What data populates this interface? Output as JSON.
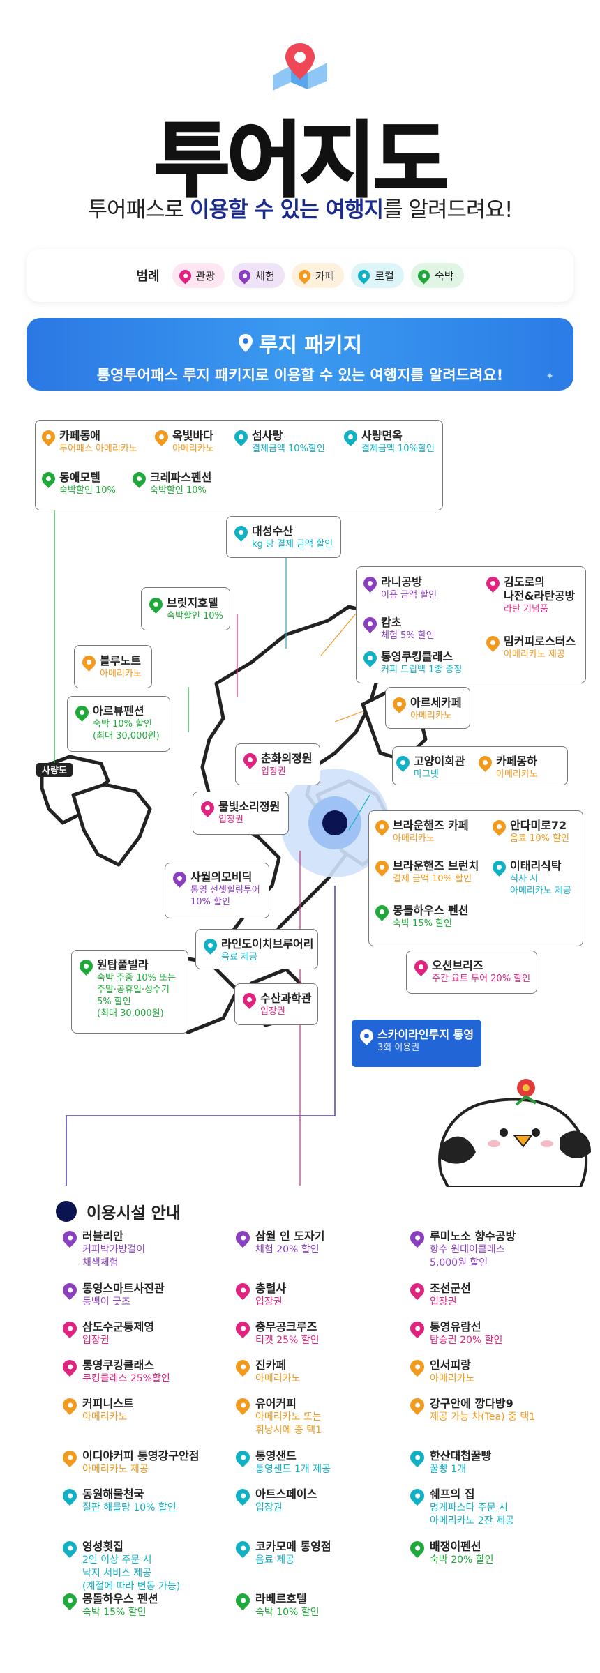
{
  "header": {
    "title": "투어지도",
    "subtitle_a": "투어패스로 ",
    "subtitle_b": "이용할 수 있는 여행지",
    "subtitle_c": "를 알려드려요!"
  },
  "legend": {
    "title": "범례",
    "items": [
      {
        "label": "관광",
        "cls": "tour"
      },
      {
        "label": "체험",
        "cls": "exp"
      },
      {
        "label": "카페",
        "cls": "cafe"
      },
      {
        "label": "로컬",
        "cls": "local"
      },
      {
        "label": "숙박",
        "cls": "stay"
      }
    ]
  },
  "banner": {
    "title": "루지 패키지",
    "subtitle": "통영투어패스 루지 패키지로 이용할 수 있는 여행지를 알려드려요!"
  },
  "map": {
    "island_label": "사량도",
    "places": [
      {
        "name": "카페동애",
        "desc": "투어패스 아메리카노",
        "cls": "cafe"
      },
      {
        "name": "옥빛바다",
        "desc": "아메리카노",
        "cls": "cafe"
      },
      {
        "name": "섬사랑",
        "desc": "결제금액 10%할인",
        "cls": "local"
      },
      {
        "name": "사량면옥",
        "desc": "결제금액 10%할인",
        "cls": "local"
      },
      {
        "name": "동애모텔",
        "desc": "숙박할인 10%",
        "cls": "stay"
      },
      {
        "name": "크레파스펜션",
        "desc": "숙박할인 10%",
        "cls": "stay"
      },
      {
        "name": "대성수산",
        "desc": "kg 당 결제 금액 할인",
        "cls": "local"
      },
      {
        "name": "라니공방",
        "desc": "이용 금액 할인",
        "cls": "exp"
      },
      {
        "name": "김도로의\n나전&라탄공방",
        "desc": "라탄 기념품",
        "cls": "tour"
      },
      {
        "name": "캄초",
        "desc": "체험 5% 할인",
        "cls": "exp"
      },
      {
        "name": "밈커피로스터스",
        "desc": "아메리카노 제공",
        "cls": "cafe"
      },
      {
        "name": "통영쿠킹클래스",
        "desc": "커피 드립백 1종 증정",
        "cls": "local"
      },
      {
        "name": "브릿지호텔",
        "desc": "숙박할인 10%",
        "cls": "stay"
      },
      {
        "name": "블루노트",
        "desc": "아메리카노",
        "cls": "cafe"
      },
      {
        "name": "아르뷰펜션",
        "desc": "숙박 10% 할인\n(최대 30,000원)",
        "cls": "stay"
      },
      {
        "name": "아르세카페",
        "desc": "아메리카노",
        "cls": "cafe"
      },
      {
        "name": "춘화의정원",
        "desc": "입장권",
        "cls": "tour"
      },
      {
        "name": "고양이회관",
        "desc": "마그넷",
        "cls": "local"
      },
      {
        "name": "카페몽하",
        "desc": "아메리카노",
        "cls": "cafe"
      },
      {
        "name": "물빛소리정원",
        "desc": "입장권",
        "cls": "tour"
      },
      {
        "name": "브라운핸즈 카페",
        "desc": "아메리카노",
        "cls": "cafe"
      },
      {
        "name": "안다미로72",
        "desc": "음료 10% 할인",
        "cls": "cafe"
      },
      {
        "name": "브라운핸즈 브런치",
        "desc": "결제 금액 10% 할인",
        "cls": "cafe"
      },
      {
        "name": "이태리식탁",
        "desc": "식사 시\n아메리카노 제공",
        "cls": "local"
      },
      {
        "name": "사월의모비딕",
        "desc": "통영 선셋힐링투어\n10% 할인",
        "cls": "exp"
      },
      {
        "name": "몽돌하우스 펜션",
        "desc": "숙박 15% 할인",
        "cls": "stay"
      },
      {
        "name": "라인도이치브루어리",
        "desc": "음료 제공",
        "cls": "local"
      },
      {
        "name": "오션브리즈",
        "desc": "주간 요트 투어 20% 할인",
        "cls": "tour"
      },
      {
        "name": "원탑풀빌라",
        "desc": "숙박 주중 10% 또는\n주말·공휴일·성수기\n5% 할인\n(최대 30,000원)",
        "cls": "stay"
      },
      {
        "name": "수산과학관",
        "desc": "입장권",
        "cls": "tour"
      },
      {
        "name": "스카이라인루지 통영",
        "desc": "3회 이용권",
        "cls": "sky"
      }
    ]
  },
  "facilities": {
    "title": "이용시설 안내",
    "items": [
      {
        "name": "러블리안",
        "desc": "커피박가방걸이\n채색체험",
        "cls": "exp"
      },
      {
        "name": "삼월 인 도자기",
        "desc": "체험 20% 할인",
        "cls": "exp"
      },
      {
        "name": "루미노소 향수공방",
        "desc": "향수 원데이클래스\n5,000원 할인",
        "cls": "exp"
      },
      {
        "name": "통영스마트사진관",
        "desc": "동백이 굿즈",
        "cls": "exp"
      },
      {
        "name": "충렬사",
        "desc": "입장권",
        "cls": "tour"
      },
      {
        "name": "조선군선",
        "desc": "입장권",
        "cls": "tour"
      },
      {
        "name": "삼도수군통제영",
        "desc": "입장권",
        "cls": "tour"
      },
      {
        "name": "충무공크루즈",
        "desc": "티켓 25% 할인",
        "cls": "tour"
      },
      {
        "name": "통영유람선",
        "desc": "탑승권 20% 할인",
        "cls": "tour"
      },
      {
        "name": "통영쿠킹클래스",
        "desc": "쿠킹클래스 25%할인",
        "cls": "tour"
      },
      {
        "name": "진카페",
        "desc": "아메리카노",
        "cls": "cafe"
      },
      {
        "name": "인서피랑",
        "desc": "아메리카노",
        "cls": "cafe"
      },
      {
        "name": "커피니스트",
        "desc": "아메리카노",
        "cls": "cafe"
      },
      {
        "name": "유어커피",
        "desc": "아메리카노 또는\n휘낭시에 중 택1",
        "cls": "cafe"
      },
      {
        "name": "강구안에 깡다방9",
        "desc": "제공 가능 차(Tea) 중 택1",
        "cls": "cafe"
      },
      {
        "name": "이디야커피 통영강구안점",
        "desc": "아메리카노 제공",
        "cls": "cafe"
      },
      {
        "name": "통영샌드",
        "desc": "통영샌드 1개 제공",
        "cls": "local"
      },
      {
        "name": "한산대첩꿀빵",
        "desc": "꿀빵 1개",
        "cls": "local"
      },
      {
        "name": "동원해물천국",
        "desc": "질판 해물탕 10% 할인",
        "cls": "local"
      },
      {
        "name": "아트스페이스",
        "desc": "입장권",
        "cls": "local"
      },
      {
        "name": "쉐프의 집",
        "desc": "멍게파스타 주문 시\n아메리카노 2잔 제공",
        "cls": "local"
      },
      {
        "name": "영성횟집",
        "desc": "2인 이상 주문 시\n낙지 서비스 제공\n(계절에 따라 변동 가능)",
        "cls": "local"
      },
      {
        "name": "코카모메 통영점",
        "desc": "음료 제공",
        "cls": "local"
      },
      {
        "name": "배쟁이펜션",
        "desc": "숙박 20% 할인",
        "cls": "stay"
      },
      {
        "name": "몽돌하우스 펜션",
        "desc": "숙박 15% 할인",
        "cls": "stay"
      },
      {
        "name": "라베르호텔",
        "desc": "숙박 10% 할인",
        "cls": "stay"
      }
    ]
  },
  "colors": {
    "tour": "#e0237f",
    "exp": "#8a3fc0",
    "cafe": "#f29a1e",
    "local": "#12b0c4",
    "stay": "#1fa93a",
    "accent": "#2265d6"
  }
}
